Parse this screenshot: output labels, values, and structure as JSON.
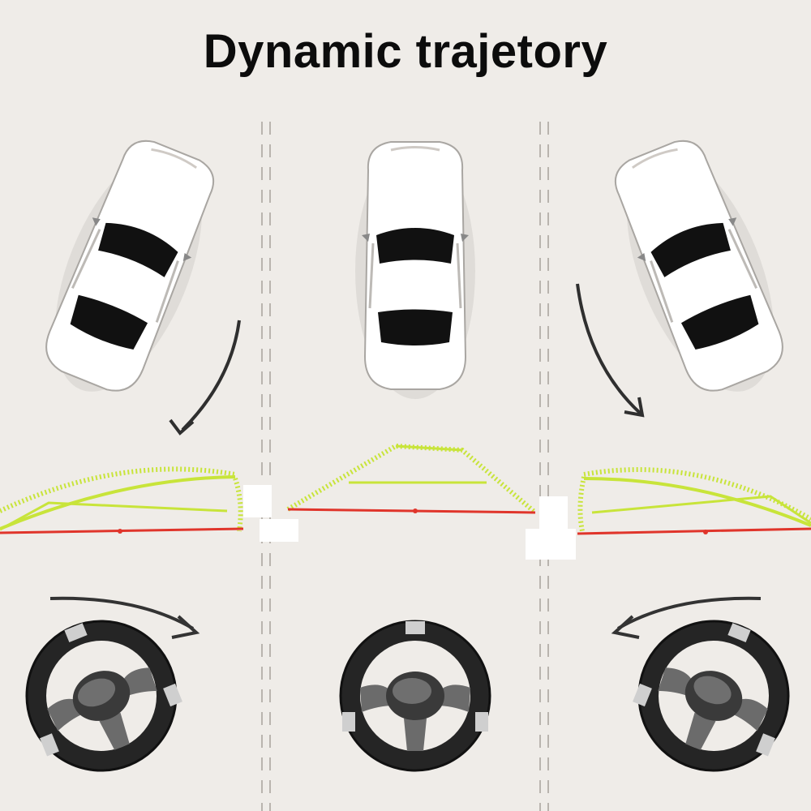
{
  "header": {
    "title": "Dynamic trajetory"
  },
  "colors": {
    "background": "#efece8",
    "trajectory_yellow": "#c8e43a",
    "trajectory_red": "#e0352b",
    "lane_divider": "#b9b4ae",
    "car_body": "#ffffff",
    "car_glass": "#111111",
    "wheel_rim": "#2a2a2a"
  },
  "panels": [
    {
      "id": "left",
      "steering": "turn-left",
      "car_icon": "car-topview-icon",
      "arrow_icon": "curved-arrow-icon",
      "wheel_icon": "steering-wheel-icon"
    },
    {
      "id": "center",
      "steering": "straight",
      "car_icon": "car-topview-icon",
      "arrow_icon": "",
      "wheel_icon": "steering-wheel-icon"
    },
    {
      "id": "right",
      "steering": "turn-right",
      "car_icon": "car-topview-icon",
      "arrow_icon": "curved-arrow-icon",
      "wheel_icon": "steering-wheel-icon"
    }
  ]
}
